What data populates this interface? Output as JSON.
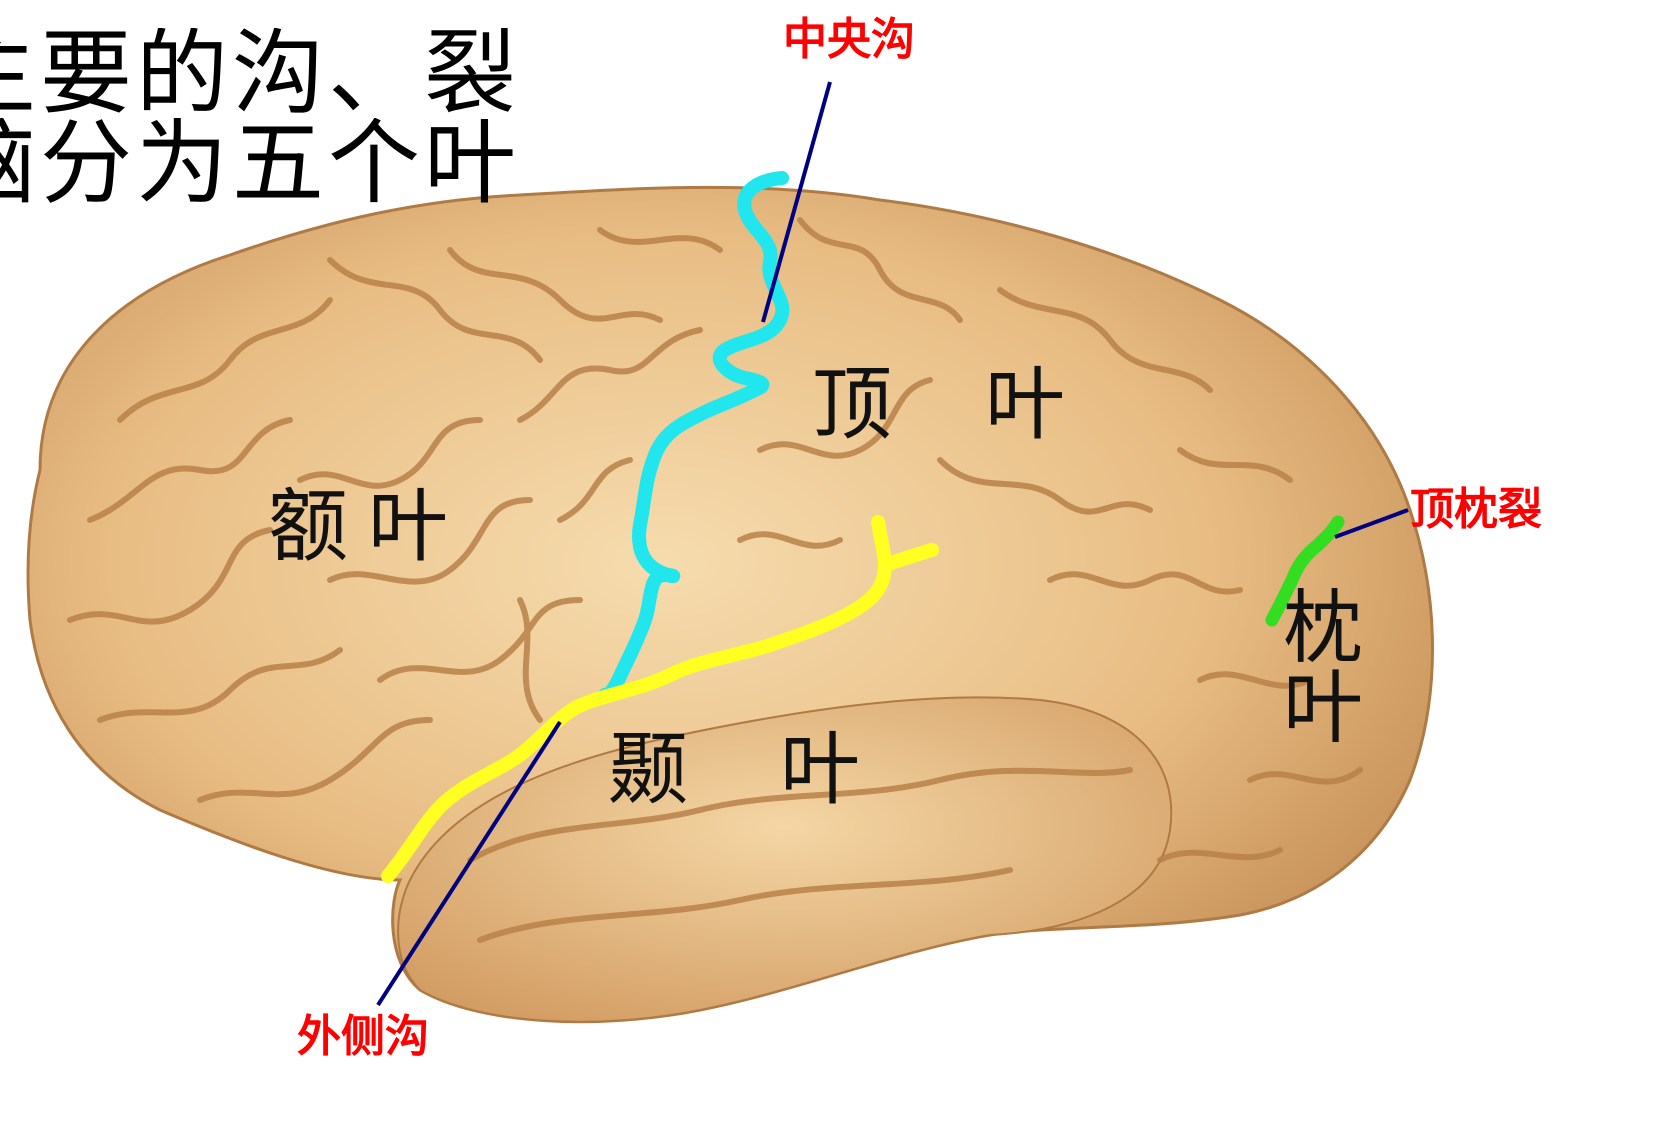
{
  "heading": {
    "line1": "主要的沟、裂",
    "line2": "大脑分为五个叶"
  },
  "lobes": {
    "parietal_1": "顶",
    "parietal_2": "叶",
    "frontal_1": "额",
    "frontal_2": "叶",
    "temporal_1": "颞",
    "temporal_2": "叶",
    "occipital": "枕叶"
  },
  "sulci": {
    "central": "中央沟",
    "lateral": "外侧沟",
    "parieto_occipital": "顶枕裂"
  },
  "colors": {
    "label_red": "#ff0000",
    "leader_line": "#000080",
    "central_sulcus": "#22e6ee",
    "lateral_sulcus": "#ffff22",
    "parieto_occipital_fissure": "#33dd22",
    "brain_fill": "#e8bd84",
    "brain_shadow": "#c48e55"
  }
}
